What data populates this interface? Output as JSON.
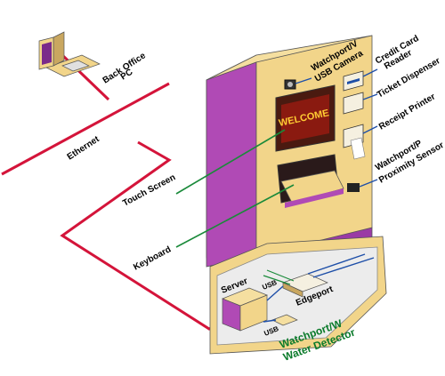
{
  "labels": {
    "back_office_pc": [
      "Back Office",
      "PC"
    ],
    "ethernet": "Ethernet",
    "touch_screen": "Touch Screen",
    "keyboard": "Keyboard",
    "camera": [
      "Watchport/V",
      "USB Camera"
    ],
    "credit_card": [
      "Credit Card",
      "Reader"
    ],
    "ticket_dispenser": "Ticket Dispenser",
    "receipt_printer": "Receipt Printer",
    "proximity": [
      "Watchport/P",
      "Proximity Sensor"
    ],
    "server": "Server",
    "usb_top": "USB",
    "usb_bottom": "USB",
    "edgeport": "Edgeport",
    "water_detector": [
      "Watchport/W",
      "Water Detector"
    ],
    "screen_welcome": "WELCOME"
  },
  "colors": {
    "cabinet_tan": "#f2d58a",
    "cabinet_side": "#c9a760",
    "cabinet_purple": "#b04ab5",
    "ethernet_red": "#d4143a",
    "leader_green": "#1a8a3a",
    "usb_blue": "#1e4fa8",
    "label_green": "#0a7a2a"
  }
}
